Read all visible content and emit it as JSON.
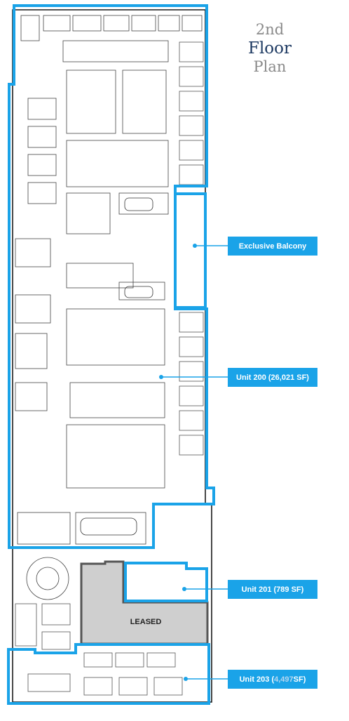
{
  "title": {
    "line1": "2nd",
    "line2": "Floor",
    "line3": "Plan"
  },
  "callouts": {
    "balcony": "Exclusive Balcony",
    "unit200": "Unit 200 (26,021 SF)",
    "unit201": "Unit 201 (789 SF)",
    "unit203_prefix": "Unit 203 (",
    "unit203_area": "4,497",
    "unit203_suffix": " SF)"
  },
  "leased_label": "LEASED",
  "colors": {
    "boundary": "#1aa3e8",
    "callout_bg": "#1aa3e8",
    "leased_fill": "#cfcfcf",
    "title_gray": "#8a8a8a",
    "title_navy": "#1f3b63"
  }
}
